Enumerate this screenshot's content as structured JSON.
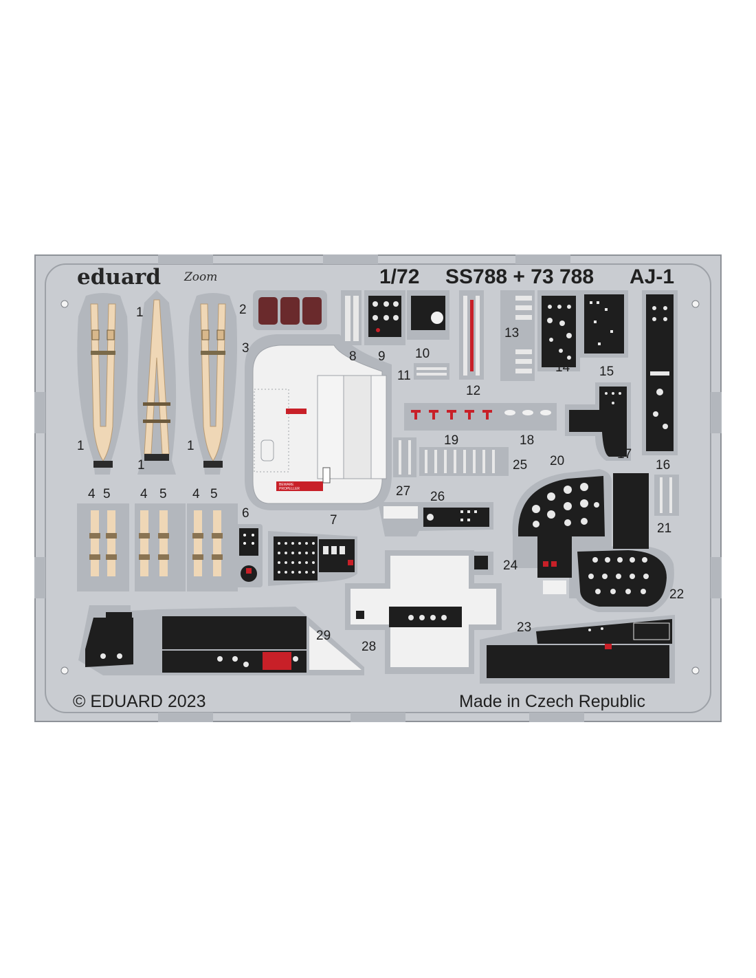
{
  "sheet": {
    "brand": "eduard",
    "sub_brand": "Zoom",
    "scale": "1/72",
    "product_code": "SS788 + 73 788",
    "aircraft": "AJ-1",
    "copyright": "© EDUARD 2023",
    "origin": "Made in Czech Republic"
  },
  "placard": {
    "line1": "BEWARE",
    "line2": "PROPELLER"
  },
  "parts": {
    "p1a": "1",
    "p1b": "1",
    "p1c": "1",
    "p1d": "1",
    "p2": "2",
    "p3": "3",
    "p4a": "4",
    "p5a": "5",
    "p4b": "4",
    "p5b": "5",
    "p4c": "4",
    "p5c": "5",
    "p6": "6",
    "p7": "7",
    "p8": "8",
    "p9": "9",
    "p10": "10",
    "p11": "11",
    "p12": "12",
    "p13": "13",
    "p14": "14",
    "p15": "15",
    "p16": "16",
    "p17": "17",
    "p18": "18",
    "p19": "19",
    "p20": "20",
    "p21": "21",
    "p22": "22",
    "p23": "23",
    "p24": "24",
    "p25": "25",
    "p26": "26",
    "p27": "27",
    "p28": "28",
    "p29": "29"
  },
  "colors": {
    "fret": "#c9ccd1",
    "panel_black": "#1e1e1e",
    "belt": "#efd7b6",
    "red": "#c82028",
    "maroon": "#6a2a2c",
    "white": "#f1f1f1"
  }
}
